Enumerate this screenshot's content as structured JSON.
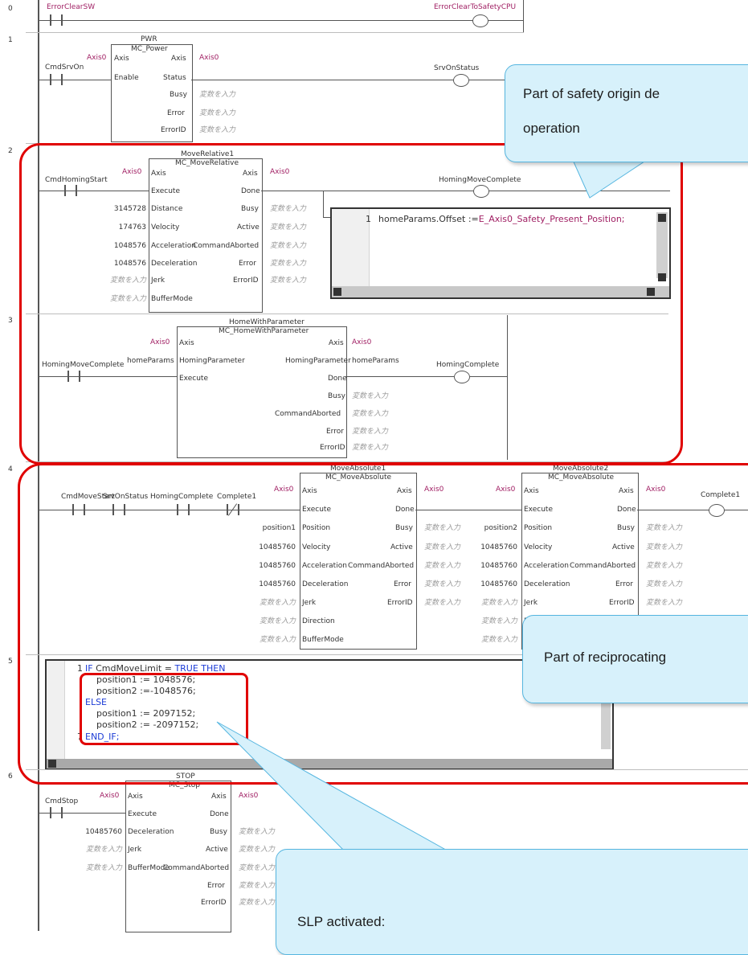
{
  "rungs": {
    "r0": {
      "num": "0",
      "contact_label": "ErrorClearSW",
      "coil_label": "ErrorClearToSafetyCPU"
    },
    "r1": {
      "num": "1",
      "contact_label": "CmdSrvOn",
      "instance": "PWR",
      "fb_type": "MC_Power",
      "in_axis_var": "Axis0",
      "pin_axis": "Axis",
      "pin_enable": "Enable",
      "out_axis": "Axis",
      "out_status": "Status",
      "out_busy": "Busy",
      "out_error": "Error",
      "out_errorid": "ErrorID",
      "out_axis_var": "Axis0",
      "jp": "変数を入力",
      "coil_label": "SrvOnStatus"
    },
    "r2": {
      "num": "2",
      "contact_label": "CmdHomingStart",
      "instance": "MoveRelative1",
      "fb_type": "MC_MoveRelative",
      "in_axis_var": "Axis0",
      "pins_in": [
        "Axis",
        "Execute",
        "Distance",
        "Velocity",
        "Acceleration",
        "Deceleration",
        "Jerk",
        "BufferMode"
      ],
      "in_vals": [
        "3145728",
        "174763",
        "1048576",
        "1048576",
        "変数を入力",
        "変数を入力"
      ],
      "pins_out": [
        "Axis",
        "Done",
        "Busy",
        "Active",
        "CommandAborted",
        "Error",
        "ErrorID"
      ],
      "out_axis_var": "Axis0",
      "jp": "変数を入力",
      "coil_label": "HomingMoveComplete",
      "st_line_no": "1",
      "st_target": "homeParams.Offset",
      "st_op": " :=",
      "st_value": "E_Axis0_Safety_Present_Position;"
    },
    "r3": {
      "num": "3",
      "contact_label": "HomingMoveComplete",
      "instance": "HomeWithParameter",
      "fb_type": "MC_HomeWithParameter",
      "in_axis_var": "Axis0",
      "in_params_var": "homeParams",
      "pins_in": [
        "Axis",
        "HomingParameter",
        "Execute"
      ],
      "pins_out": [
        "Axis",
        "HomingParameter",
        "Done",
        "Busy",
        "CommandAborted",
        "Error",
        "ErrorID"
      ],
      "out_axis_var": "Axis0",
      "out_params_var": "homeParams",
      "jp": "変数を入力",
      "coil_label": "HomingComplete"
    },
    "r4": {
      "num": "4",
      "contacts": [
        "CmdMoveStart",
        "SrvOnStatus",
        "HomingComplete",
        "Complete1"
      ],
      "fb1_instance": "MoveAbsolute1",
      "fb2_instance": "MoveAbsolute2",
      "fb_type": "MC_MoveAbsolute",
      "axis_var": "Axis0",
      "pins_in": [
        "Axis",
        "Execute",
        "Position",
        "Velocity",
        "Acceleration",
        "Deceleration",
        "Jerk",
        "Direction",
        "BufferMode"
      ],
      "fb1_in_vals": [
        "position1",
        "10485760",
        "10485760",
        "10485760",
        "変数を入力",
        "変数を入力",
        "変数を入力"
      ],
      "fb2_in_vals": [
        "position2",
        "10485760",
        "10485760",
        "10485760",
        "変数を入力",
        "変数を入力",
        "変数を入力"
      ],
      "pins_out": [
        "Axis",
        "Done",
        "Busy",
        "Active",
        "CommandAborted",
        "Error",
        "ErrorID"
      ],
      "jp": "変数を入力",
      "coil_label": "Complete1"
    },
    "r5": {
      "num": "5",
      "line1_no": "1",
      "line1_kw_if": "IF",
      "line1_cond": " CmdMoveLimit = ",
      "line1_kw_true": "TRUE THEN",
      "line2": "position1 := 1048576;",
      "line3": "position2 :=-1048576;",
      "line4_kw": "ELSE",
      "line5": "position1 := 2097152;",
      "line6": "position2 := -2097152;",
      "line7_no": "7",
      "line7_kw": "END_IF;"
    },
    "r6": {
      "num": "6",
      "contact_label": "CmdStop",
      "instance": "STOP",
      "fb_type": "MC_Stop",
      "in_axis_var": "Axis0",
      "pins_in": [
        "Axis",
        "Execute",
        "Deceleration",
        "Jerk",
        "BufferMode"
      ],
      "in_vals": [
        "10485760",
        "変数を入力",
        "変数を入力"
      ],
      "pins_out": [
        "Axis",
        "Done",
        "Busy",
        "Active",
        "CommandAborted",
        "Error",
        "ErrorID"
      ],
      "out_axis_var": "Axis0",
      "jp": "変数を入力"
    }
  },
  "callouts": {
    "safety_origin_line1": "Part of safety origin de",
    "safety_origin_line2": "operation",
    "reciprocating": "Part of reciprocating",
    "slp": "SLP activated:"
  },
  "colors": {
    "highlight_red": "#e00000",
    "callout_fill": "#d7f1fb",
    "callout_border": "#56b6e0",
    "variable_magenta": "#a01f63",
    "keyword_blue": "#1c3cd6"
  }
}
